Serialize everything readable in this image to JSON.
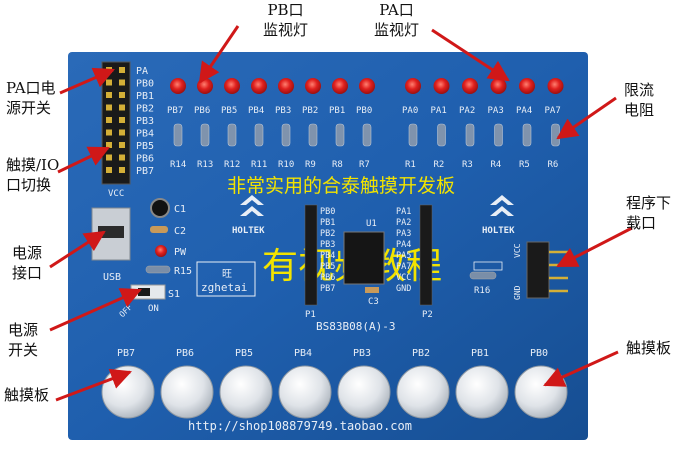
{
  "annotations": {
    "pb_monitor": [
      "PB口",
      "监视灯"
    ],
    "pa_monitor": [
      "PA口",
      "监视灯"
    ],
    "pa_power_switch": [
      "PA口电",
      "源开关"
    ],
    "touch_io_switch": [
      "触摸/IO",
      "口切换"
    ],
    "limit_resistor": [
      "限流",
      "电阻"
    ],
    "program_download": [
      "程序下",
      "载口"
    ],
    "power_port": [
      "电源",
      "接口"
    ],
    "power_switch": [
      "电源",
      "开关"
    ],
    "touch_pad_left": "触摸板",
    "touch_pad_right": "触摸板"
  },
  "board": {
    "header_pins": [
      "PA",
      "PB0",
      "PB1",
      "PB2",
      "PB3",
      "PB4",
      "PB5",
      "PB6",
      "PB7"
    ],
    "header_vcc": "VCC",
    "led_labels": [
      "PB7",
      "PB6",
      "PB5",
      "PB4",
      "PB3",
      "PB2",
      "PB1",
      "PB0",
      "PA0",
      "PA1",
      "PA2",
      "PA3",
      "PA4",
      "PA7"
    ],
    "resistor_labels": [
      "R14",
      "R13",
      "R12",
      "R11",
      "R10",
      "R9",
      "R8",
      "R7",
      "R1",
      "R2",
      "R3",
      "R4",
      "R5",
      "R6"
    ],
    "tagline": "非常实用的合泰触摸开发板",
    "video_text": "有视频教程",
    "brand": "HOLTEK",
    "cap_labels": [
      "C1",
      "C2",
      "C3"
    ],
    "pw_label": "PW",
    "r15_label": "R15",
    "r16_label": "R16",
    "s1_label": "S1",
    "usb_label": "USB",
    "on_label": "ON",
    "off_label": "OFF",
    "seller_small": "旺",
    "seller_id": "zghetai",
    "ic_label": "U1",
    "ic_left_pins": [
      "PB0",
      "PB1",
      "PB2",
      "PB3",
      "PB4",
      "PB5",
      "PB6",
      "PB7"
    ],
    "ic_right_pins": [
      "PA1",
      "PA2",
      "PA3",
      "PA4",
      "PA5",
      "PA7",
      "VCC",
      "GND"
    ],
    "p1_label": "P1",
    "p2_label": "P2",
    "model": "BS83B08(A)-3",
    "prog_vcc": "VCC",
    "prog_gnd": "GND",
    "pad_labels": [
      "PB7",
      "PB6",
      "PB5",
      "PB4",
      "PB3",
      "PB2",
      "PB1",
      "PB0"
    ],
    "url": "http://shop108879749.taobao.com"
  },
  "colors": {
    "board_blue": "#1f5fae",
    "led_red": "#e0201e",
    "arrow_red": "#d01818",
    "tagline_yellow": "#f2e300",
    "pad_silver": "#d9dde2"
  }
}
